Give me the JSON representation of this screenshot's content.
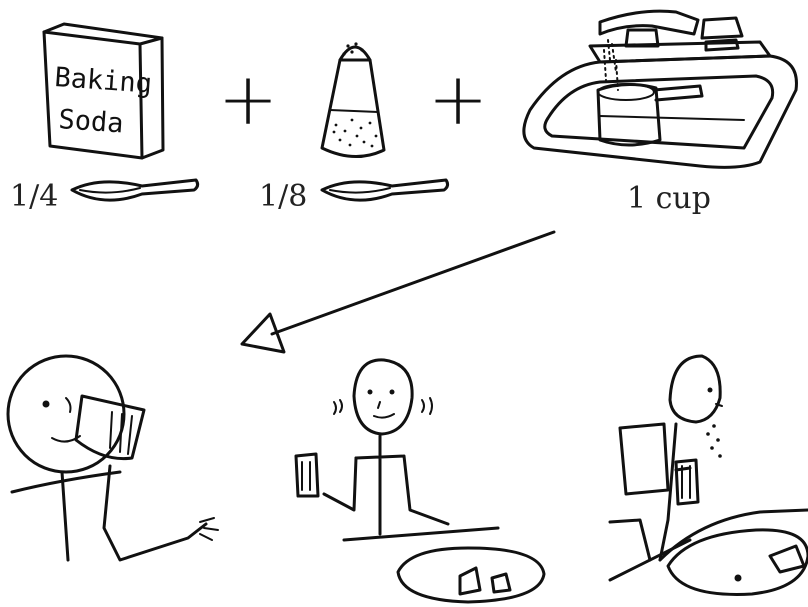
{
  "ingredients": [
    {
      "item_label_line1": "Baking",
      "item_label_line2": "Soda",
      "quantity": "1/4",
      "icon": "baking-soda-box-icon"
    },
    {
      "quantity": "1/8",
      "icon": "salt-shaker-icon"
    },
    {
      "quantity": "1 cup",
      "icon": "sink-faucet-cup-icon"
    }
  ],
  "operators": [
    "+",
    "+"
  ],
  "steps": [
    {
      "icon": "person-drinking-icon"
    },
    {
      "icon": "person-swishing-icon"
    },
    {
      "icon": "person-spitting-icon"
    }
  ]
}
